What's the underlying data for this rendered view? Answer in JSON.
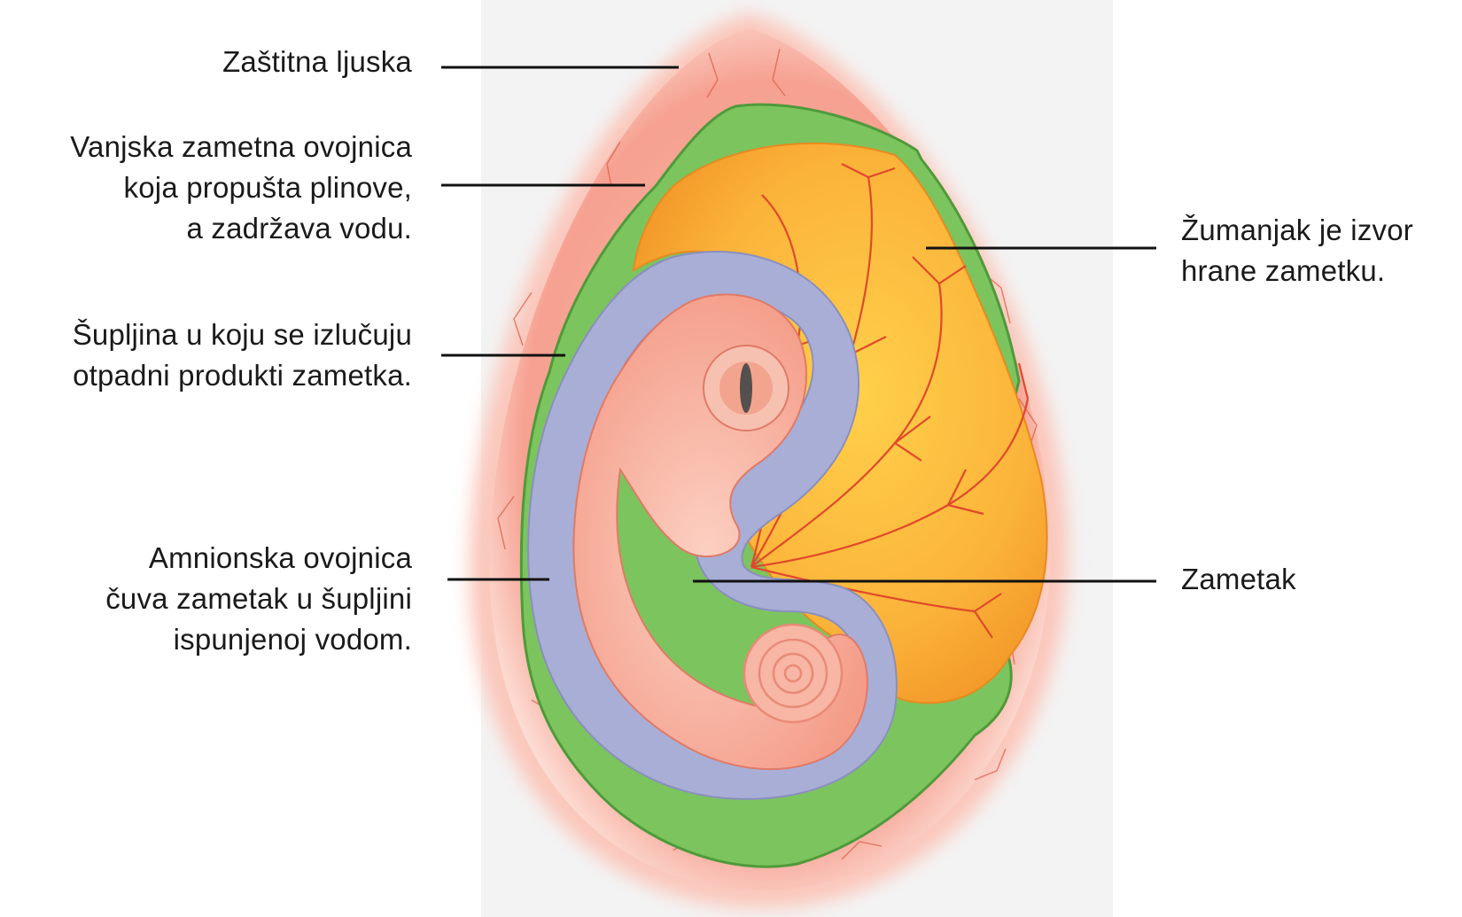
{
  "labels": {
    "shell": {
      "lines": [
        "Zaštitna ljuska"
      ]
    },
    "chorion": {
      "lines": [
        "Vanjska zametna ovojnica",
        "koja propušta plinove,",
        "a zadržava vodu."
      ]
    },
    "allantois": {
      "lines": [
        "Šupljina u koju se izlučuju",
        "otpadni produkti zametka."
      ]
    },
    "amnion": {
      "lines": [
        "Amnionska ovojnica",
        "čuva zametak u šupljini",
        "ispunjenoj vodom."
      ]
    },
    "yolk": {
      "lines": [
        "Žumanjak je izvor",
        "hrane zametku."
      ]
    },
    "embryo": {
      "lines": [
        "Zametak"
      ]
    }
  },
  "colors": {
    "background_panel": "#f3f3f3",
    "shell": "#f7a898",
    "chorion": "#7cc45e",
    "yolk": "#fbb23a",
    "allantois": "#a9aed6",
    "embryo": "#f7b5a4",
    "vessels": "#e0492a",
    "leader_line": "#111111"
  }
}
